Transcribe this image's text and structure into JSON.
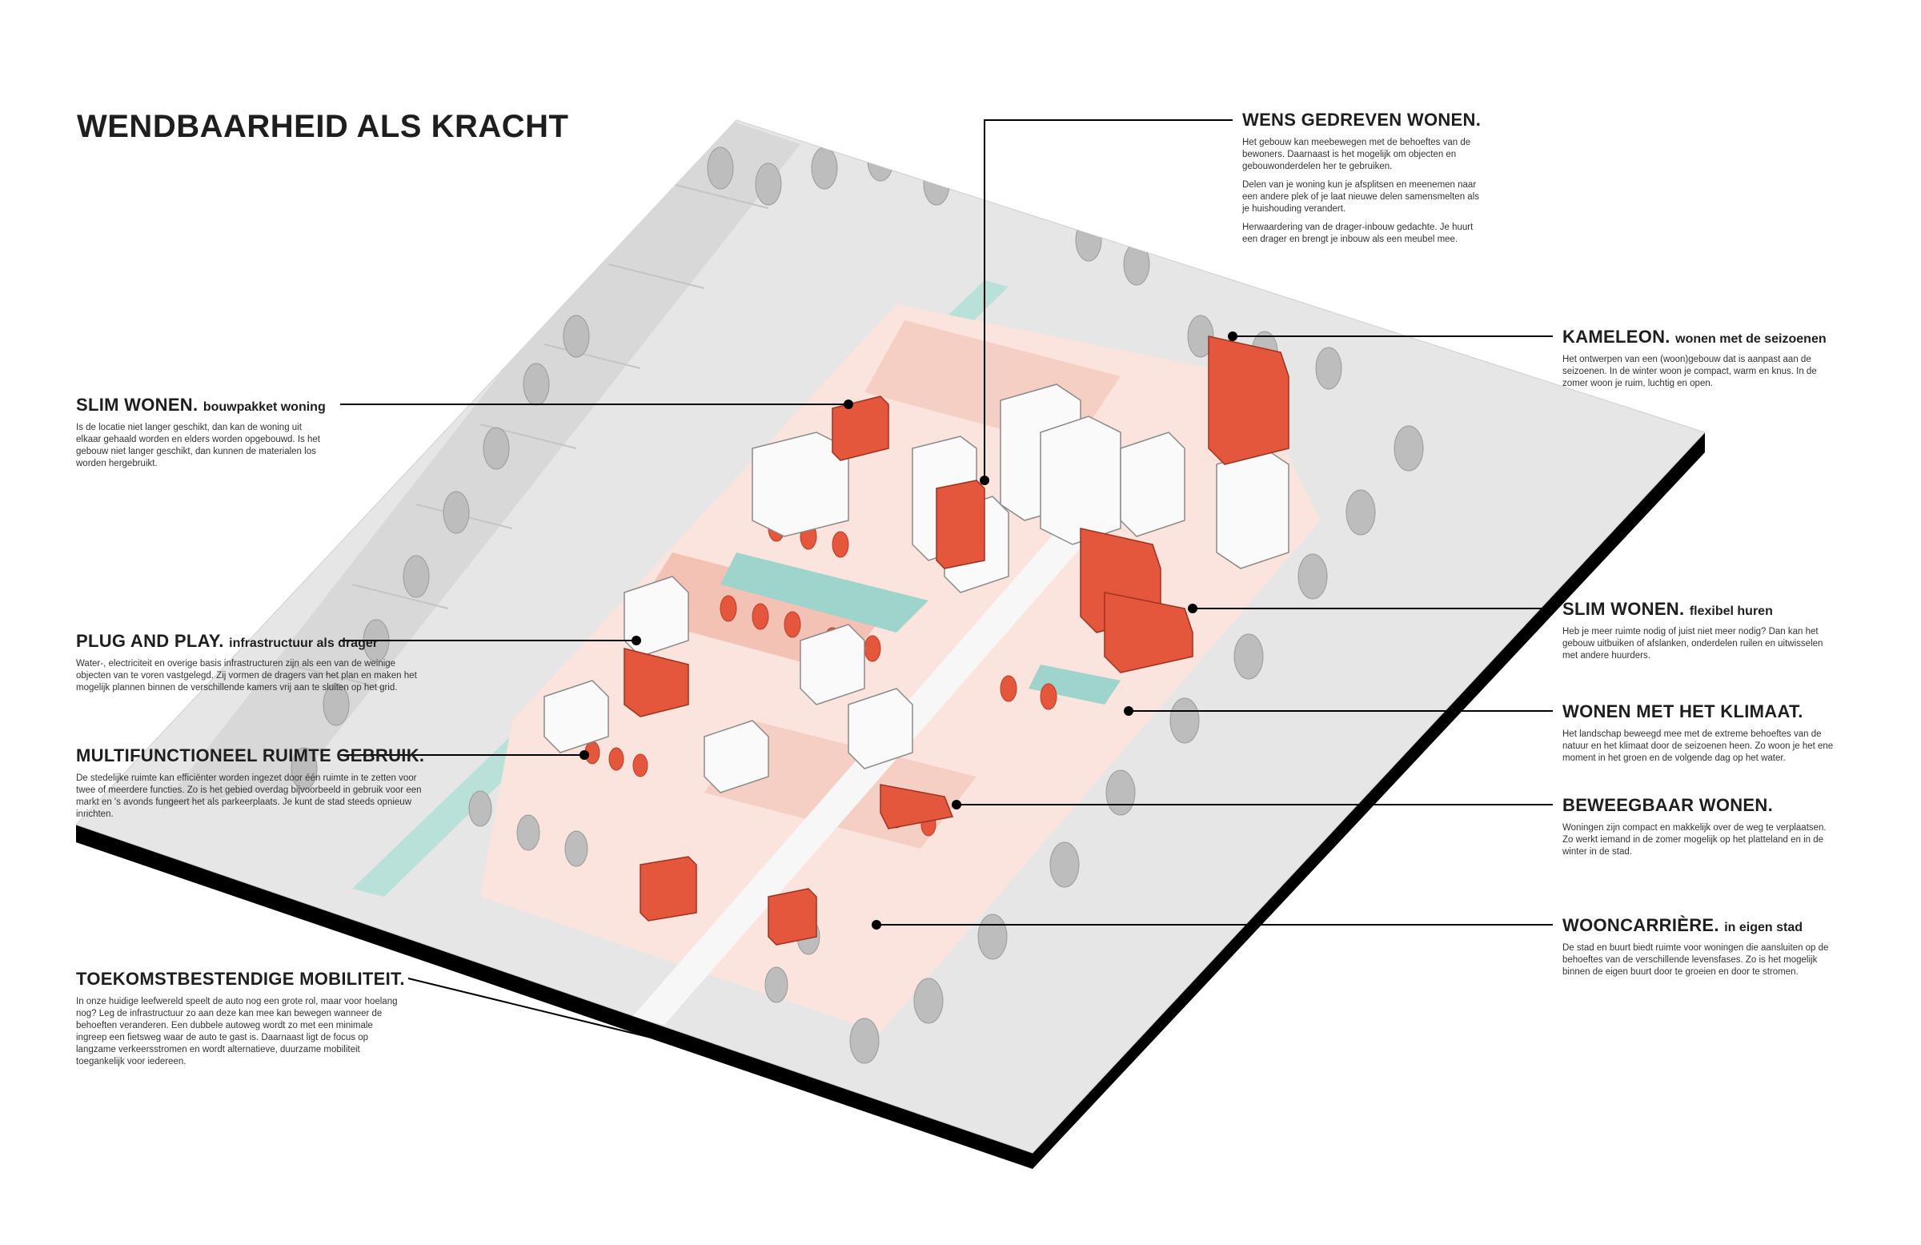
{
  "title": "WENDBAARHEID ALS KRACHT",
  "colors": {
    "accent": "#e4573d",
    "accent_light": "#f7d3c9",
    "accent_pale": "#fbe6e0",
    "water": "#9fd4cc",
    "tree_grey": "#bdbdbd",
    "ground": "#e7e7e7",
    "base": "#000000",
    "text": "#1e1e1e"
  },
  "annotations": {
    "wens": {
      "title": "WENS GEDREVEN WONEN.",
      "subtitle": "",
      "paragraphs": [
        "Het gebouw kan meebewegen met de behoeftes van de bewoners. Daarnaast is het mogelijk om objecten en gebouwonderdelen her te gebruiken.",
        "Delen van je woning kun je afsplitsen en meenemen naar een andere plek of je laat nieuwe delen samensmelten als je huishouding verandert.",
        "Herwaardering van de drager-inbouw gedachte. Je huurt een drager en brengt je inbouw als een meubel mee."
      ]
    },
    "kameleon": {
      "title": "KAMELEON.",
      "subtitle": "wonen met de seizoenen",
      "paragraphs": [
        "Het ontwerpen van een (woon)gebouw dat is aanpast aan de seizoenen. In de winter woon je compact, warm en knus. In de zomer woon je ruim, luchtig en open."
      ]
    },
    "slim_bouwpakket": {
      "title": "SLIM WONEN.",
      "subtitle": "bouwpakket woning",
      "paragraphs": [
        "Is de locatie niet langer geschikt, dan kan de woning uit elkaar gehaald worden en elders worden opgebouwd. Is het gebouw niet langer geschikt, dan kunnen de materialen los worden hergebruikt."
      ]
    },
    "slim_huren": {
      "title": "SLIM WONEN.",
      "subtitle": "flexibel huren",
      "paragraphs": [
        "Heb je meer ruimte nodig of juist niet meer nodig? Dan kan het gebouw uitbuiken of afslanken, onderdelen ruilen en uitwisselen met andere huurders."
      ]
    },
    "plug": {
      "title": "PLUG AND PLAY.",
      "subtitle": "infrastructuur als drager",
      "paragraphs": [
        "Water-, electriciteit en overige basis infrastructuren zijn als een van de weinige objecten van te voren vastgelegd. Zij vormen de dragers van het plan en maken het mogelijk plannen binnen de verschillende kamers vrij aan te sluiten op het grid."
      ]
    },
    "klimaat": {
      "title": "WONEN MET HET KLIMAAT.",
      "subtitle": "",
      "paragraphs": [
        "Het landschap beweegd mee met de extreme behoeftes van de natuur en het klimaat door de seizoenen heen. Zo woon je het ene moment in het groen en de volgende dag op het water."
      ]
    },
    "multi": {
      "title": "MULTIFUNCTIONEEL RUIMTE GEBRUIK.",
      "subtitle": "",
      "paragraphs": [
        "De stedelijke ruimte kan efficiënter worden ingezet door één ruimte in te zetten voor twee of meerdere functies. Zo is het gebied overdag bijvoorbeeld in gebruik voor een markt en 's avonds fungeert het als parkeerplaats. Je kunt de stad steeds opnieuw inrichten."
      ]
    },
    "beweegbaar": {
      "title": "BEWEEGBAAR WONEN.",
      "subtitle": "",
      "paragraphs": [
        "Woningen zijn compact en makkelijk over de weg te verplaatsen. Zo werkt iemand in de zomer mogelijk op het platteland en in de winter in de stad."
      ]
    },
    "woon": {
      "title": "WOONCARRIÈRE.",
      "subtitle": "in eigen stad",
      "paragraphs": [
        "De stad en buurt biedt ruimte voor woningen die aansluiten op de behoeftes van de verschillende levensfases. Zo is het mogelijk binnen de eigen buurt door te groeien en door te stromen."
      ]
    },
    "mobiliteit": {
      "title": "TOEKOMSTBESTENDIGE MOBILITEIT.",
      "subtitle": "",
      "paragraphs": [
        "In onze huidige leefwereld speelt de auto nog een grote rol, maar voor hoelang nog? Leg de infrastructuur zo aan deze kan mee kan bewegen wanneer de behoeften veranderen. Een dubbele autoweg wordt zo met een minimale ingreep een fietsweg waar de auto te gast is. Daarnaast ligt de focus op langzame verkeersstromen en wordt alternatieve, duurzame mobiliteit toegankelijk voor iedereen."
      ]
    }
  }
}
